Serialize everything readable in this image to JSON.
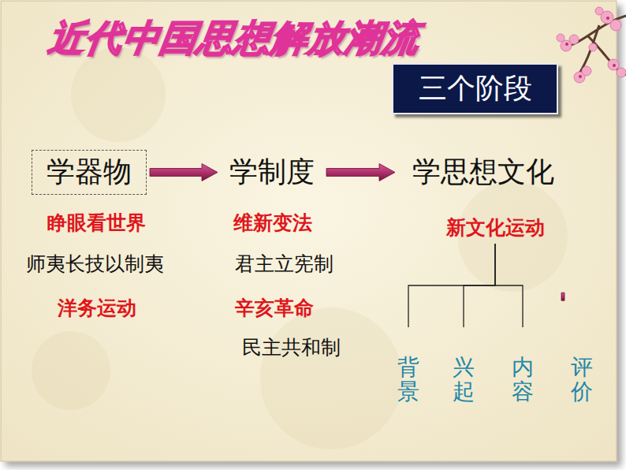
{
  "diagram": {
    "title": "近代中国思想解放潮流",
    "nodes": [
      {
        "text": [
          "三个阶段"
        ]
      },
      {
        "text": [
          "学器物"
        ]
      },
      {
        "text": [
          "学制度"
        ]
      },
      {
        "text": [
          "学思想文化"
        ]
      },
      {
        "text": [
          "新文化运动"
        ]
      },
      {
        "text": [
          "背景"
        ]
      },
      {
        "text": [
          "兴起"
        ]
      },
      {
        "text": [
          "内容"
        ]
      },
      {
        "text": [
          "评价"
        ]
      }
    ],
    "edges": [
      {
        "from": 1,
        "to": 2,
        "arrow": "to"
      },
      {
        "from": 2,
        "to": 3,
        "arrow": "to"
      },
      {
        "from": 4,
        "to": 5,
        "arrow": "none"
      },
      {
        "from": 4,
        "to": 6,
        "arrow": "none"
      },
      {
        "from": 4,
        "to": 7,
        "arrow": "none"
      },
      {
        "from": 4,
        "to": 8,
        "arrow": "none"
      }
    ],
    "labels": [
      "睁眼看世界",
      "师夷长技以制夷",
      "洋务运动",
      "维新变法",
      "君主立宪制",
      "辛亥革命",
      "民主共和制"
    ]
  }
}
